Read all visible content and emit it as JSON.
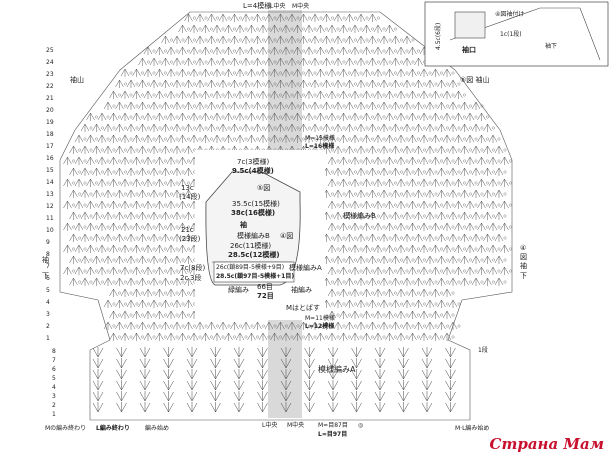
{
  "labels": {
    "top_center": "L=4模様",
    "center_left": "L中央",
    "center_right": "M中央",
    "sleeve_cap_left": "袖山",
    "sleeve_cap_right": "⑤図 袖山",
    "underarm_left_1": "袖",
    "underarm_left_2": "下",
    "underarm_right_1": "④",
    "underarm_right_2": "図",
    "underarm_right_3": "袖",
    "underarm_right_4": "下",
    "pattern_b": "模様編みB",
    "pattern_a": "模様編みA",
    "m15": "M=15模様",
    "l16": "L=16模様",
    "m11": "M=11模様",
    "l12": "L=12模様",
    "m87": "M=目87目",
    "l97": "L=目97目",
    "first_row": "1段",
    "bottom_m_end": "Mの編み終わり",
    "bottom_l_end": "L編み終わり",
    "bottom_start": "編み始め",
    "bottom_center_l": "L中央",
    "bottom_center_m": "M中央",
    "bottom_m_l_start": "M·L編み始め",
    "right_mark": "◎"
  },
  "schematic": {
    "title": "袖",
    "w_top": "7c(3模様)",
    "w_top_b": "9.5c(4模様)",
    "fig5": "⑤図",
    "w_mid": "35.5c(15模様)",
    "w_mid_b": "38c(16模様)",
    "fig4": "④図",
    "pat_b": "模様編みB",
    "h1": "13c",
    "h1b": "(14段)",
    "h2": "21c",
    "h2b": "(23段)",
    "w_low": "26c(11模様)",
    "w_low_b": "28.5c(12模様)",
    "h3": "7c(8段)",
    "h4": "2c",
    "h4b": "3段",
    "cuff_1": "26c(鎖89目-5模様+9目)",
    "cuff_2": "28.5c(鎖97目-5模様+1目)",
    "pat_a": "模様編みA",
    "edge": "緑編み",
    "ribbing": "袖編み",
    "count_1": "66目",
    "count_2": "72目",
    "note": "Mはとばす"
  },
  "inset": {
    "label1": "4.5c(6段)",
    "label2": "袖口",
    "label3": "1c(1段)",
    "label4": "④図袖付け",
    "label5": "袖下"
  },
  "watermark": "Страна Мам",
  "row_numbers_left": [
    1,
    2,
    3,
    4,
    5,
    6,
    7,
    8,
    9,
    10,
    11,
    12,
    13,
    14,
    15,
    16,
    17,
    18,
    19,
    20,
    21,
    22,
    23,
    24,
    25
  ],
  "row_numbers_cuff": [
    1,
    2,
    3,
    4,
    5,
    6,
    7,
    8
  ]
}
